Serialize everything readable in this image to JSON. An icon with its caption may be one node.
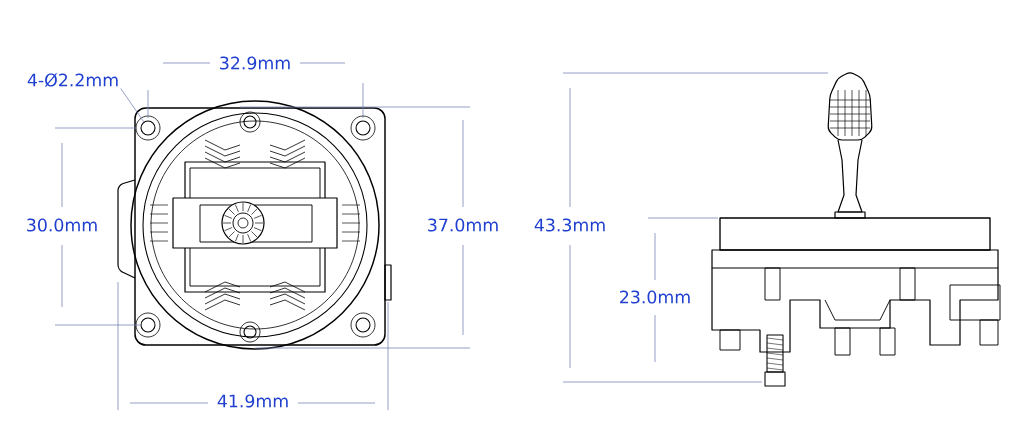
{
  "diagram": {
    "nodes": [
      {
        "text": [
          "4-Ø2.2mm"
        ]
      },
      {
        "text": [],
        "shape": "circle"
      }
    ],
    "edges": [
      {
        "from": 0,
        "to": 1,
        "arrow": "none"
      }
    ],
    "labels": [
      "32.9mm",
      "30.0mm",
      "37.0mm",
      "43.3mm",
      "23.0mm",
      "41.9mm"
    ]
  }
}
